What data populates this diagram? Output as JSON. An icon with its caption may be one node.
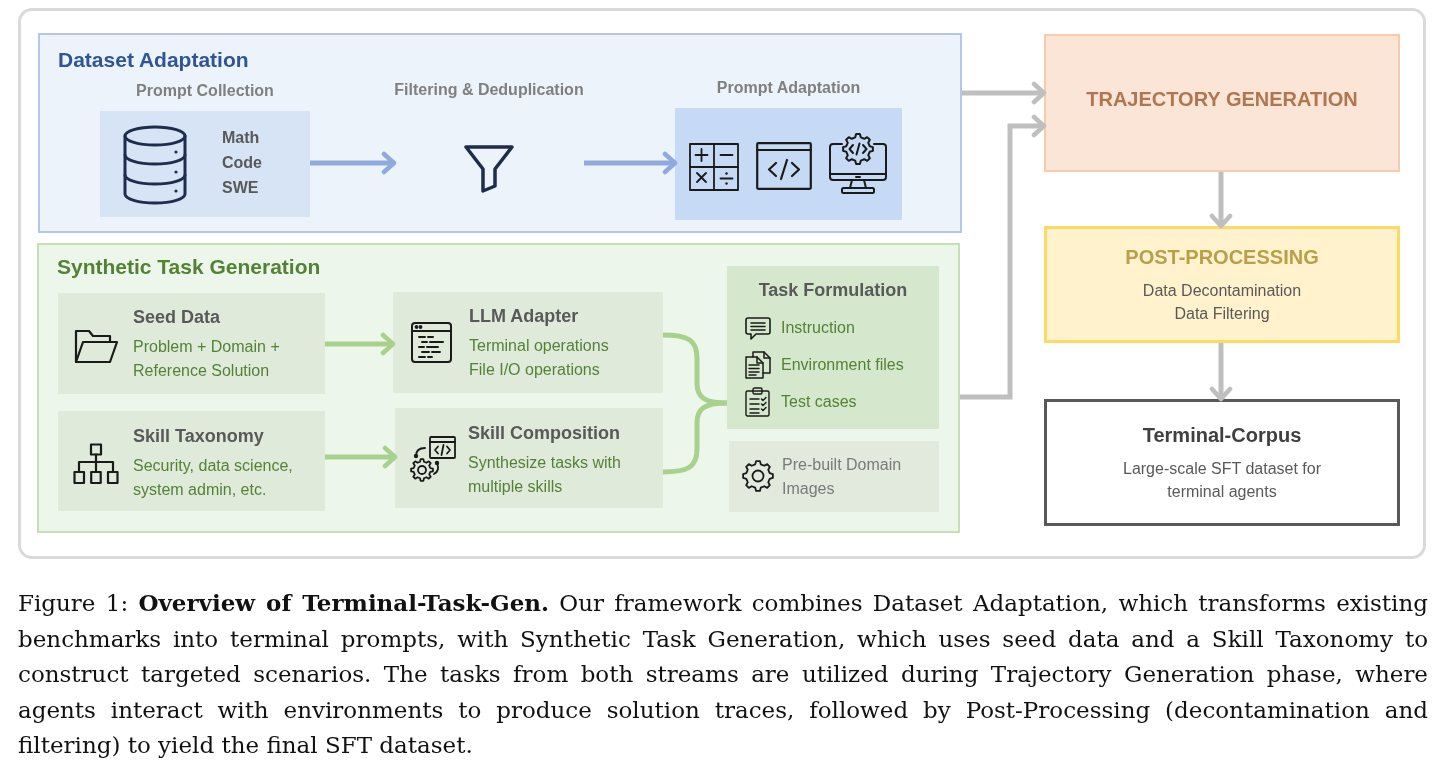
{
  "diagram": {
    "nodes": [
      {
        "text": [
          "Dataset Adaptation"
        ]
      },
      {
        "text": [
          "Prompt Collection",
          "Math",
          "Code",
          "SWE"
        ],
        "in": 0
      },
      {
        "text": [
          "Filtering & Deduplication"
        ],
        "in": 0
      },
      {
        "text": [
          "Prompt Adaptation"
        ],
        "in": 0
      },
      {
        "text": [
          "Synthetic Task Generation"
        ]
      },
      {
        "text": [
          "Seed Data",
          "Problem + Domain + Reference Solution"
        ],
        "in": 4
      },
      {
        "text": [
          "LLM Adapter",
          "Terminal operations",
          "File I/O operations"
        ],
        "in": 4
      },
      {
        "text": [
          "Task Formulation",
          "Instruction",
          "Environment files",
          "Test cases"
        ],
        "in": 4
      },
      {
        "text": [
          "Skill Taxonomy",
          "Security, data science, system admin, etc."
        ],
        "in": 4
      },
      {
        "text": [
          "Skill Composition",
          "Synthesize tasks with multiple skills"
        ],
        "in": 4
      },
      {
        "text": [
          "Pre-built Domain Images"
        ],
        "in": 4
      },
      {
        "text": [
          "TRAJECTORY GENERATION"
        ]
      },
      {
        "text": [
          "POST-PROCESSING",
          "Data Decontamination",
          "Data Filtering"
        ]
      },
      {
        "text": [
          "Terminal-Corpus",
          "Large-scale SFT dataset for terminal agents"
        ]
      }
    ],
    "edges": [
      {
        "from": 1,
        "to": 2,
        "arrow": "to",
        "color": "#8faadc"
      },
      {
        "from": 2,
        "to": 3,
        "arrow": "to",
        "color": "#8faadc"
      },
      {
        "from": 5,
        "to": 6,
        "arrow": "to",
        "color": "#a9d18e"
      },
      {
        "from": 8,
        "to": 9,
        "arrow": "to",
        "color": "#a9d18e"
      },
      {
        "from": 6,
        "to": 7,
        "arrow": "none",
        "color": "#a9d18e"
      },
      {
        "from": 9,
        "to": 7,
        "arrow": "none",
        "color": "#a9d18e"
      },
      {
        "from": 0,
        "to": 11,
        "arrow": "to"
      },
      {
        "from": 4,
        "to": 11,
        "arrow": "to"
      },
      {
        "from": 11,
        "to": 12,
        "arrow": "to"
      },
      {
        "from": 12,
        "to": 13,
        "arrow": "to"
      }
    ],
    "caption": "Figure 1: **Overview of Terminal-Task-Gen.** Our framework combines Dataset Adaptation, which transforms existing benchmarks into terminal prompts, with Synthetic Task Generation, which uses seed data and a Skill Taxonomy to construct targeted scenarios. The tasks from both streams are utilized during Trajectory Generation phase, where agents interact with environments to produce solution traces, followed by Post-Processing (decontamination and filtering) to yield the final SFT dataset."
  }
}
